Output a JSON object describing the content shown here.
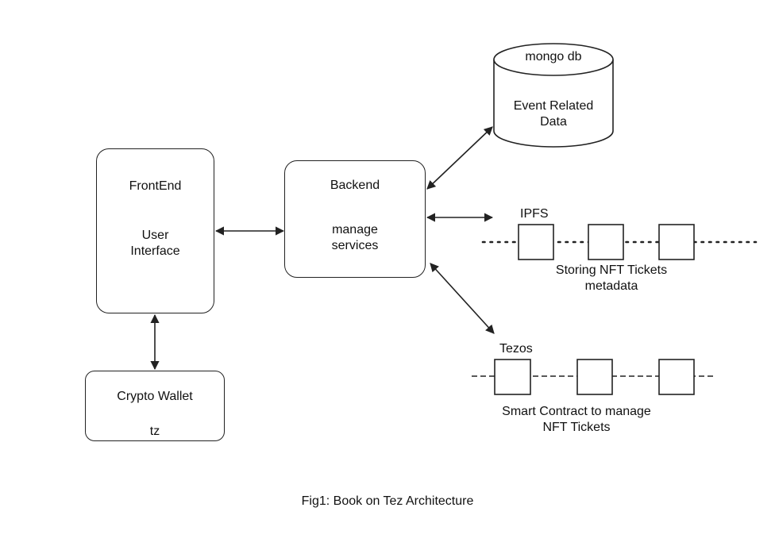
{
  "nodes": {
    "frontend": {
      "title": "FrontEnd",
      "subtitle": "User\nInterface"
    },
    "backend": {
      "title": "Backend",
      "subtitle": "manage\nservices"
    },
    "wallet": {
      "title": "Crypto Wallet",
      "subtitle": "tz"
    },
    "database": {
      "title": "mongo db",
      "subtitle": "Event Related\nData"
    },
    "ipfs": {
      "title": "IPFS",
      "subtitle": "Storing NFT Tickets\nmetadata"
    },
    "tezos": {
      "title": "Tezos",
      "subtitle": "Smart Contract to manage\nNFT Tickets"
    }
  },
  "caption": "Fig1: Book on Tez Architecture",
  "colors": {
    "stroke": "#222222",
    "background": "#ffffff",
    "text": "#111111"
  }
}
